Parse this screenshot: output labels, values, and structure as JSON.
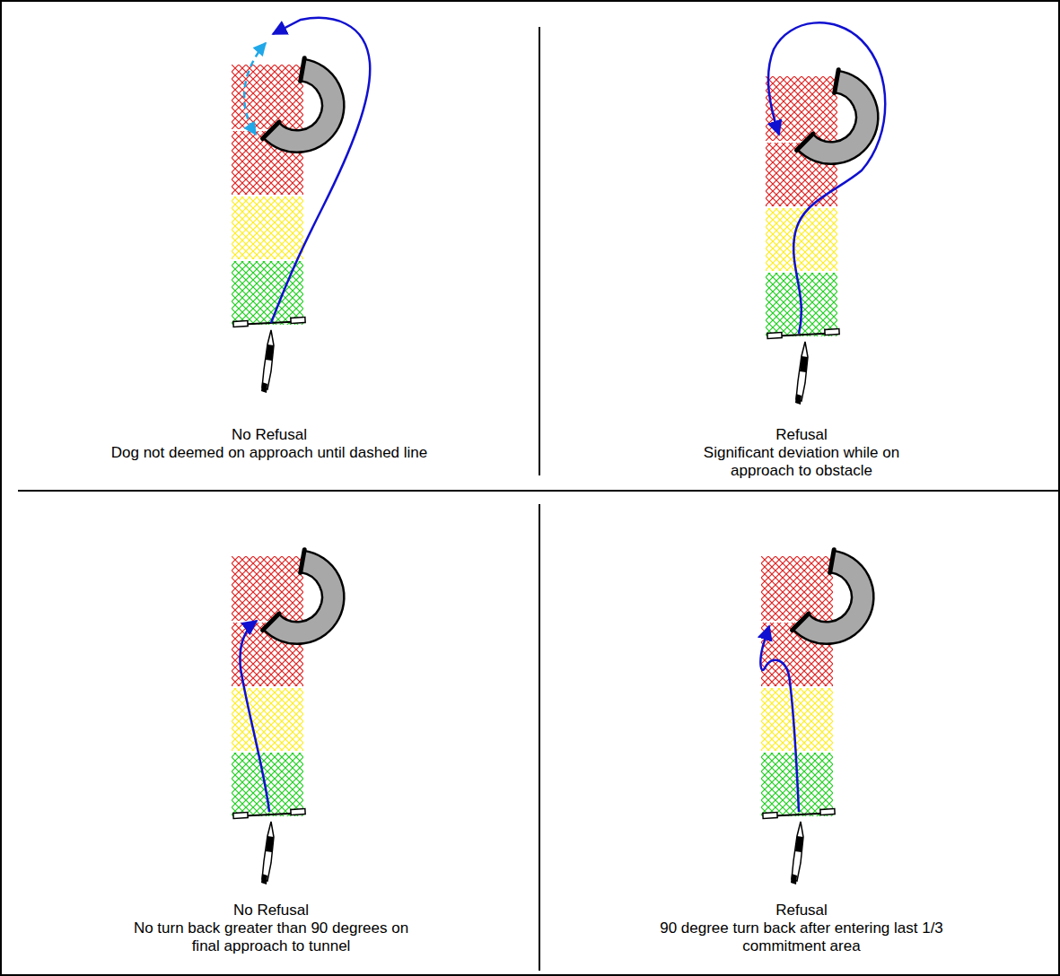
{
  "diagram": {
    "labels": [
      "No Refusal",
      "Dog not deemed on approach until dashed line",
      "Refusal",
      "Significant deviation while on approach to obstacle",
      "No Refusal",
      "No turn back greater than 90 degrees on final approach to tunnel",
      "Refusal",
      "90 degree turn back after entering last 1/3 commitment area"
    ]
  }
}
